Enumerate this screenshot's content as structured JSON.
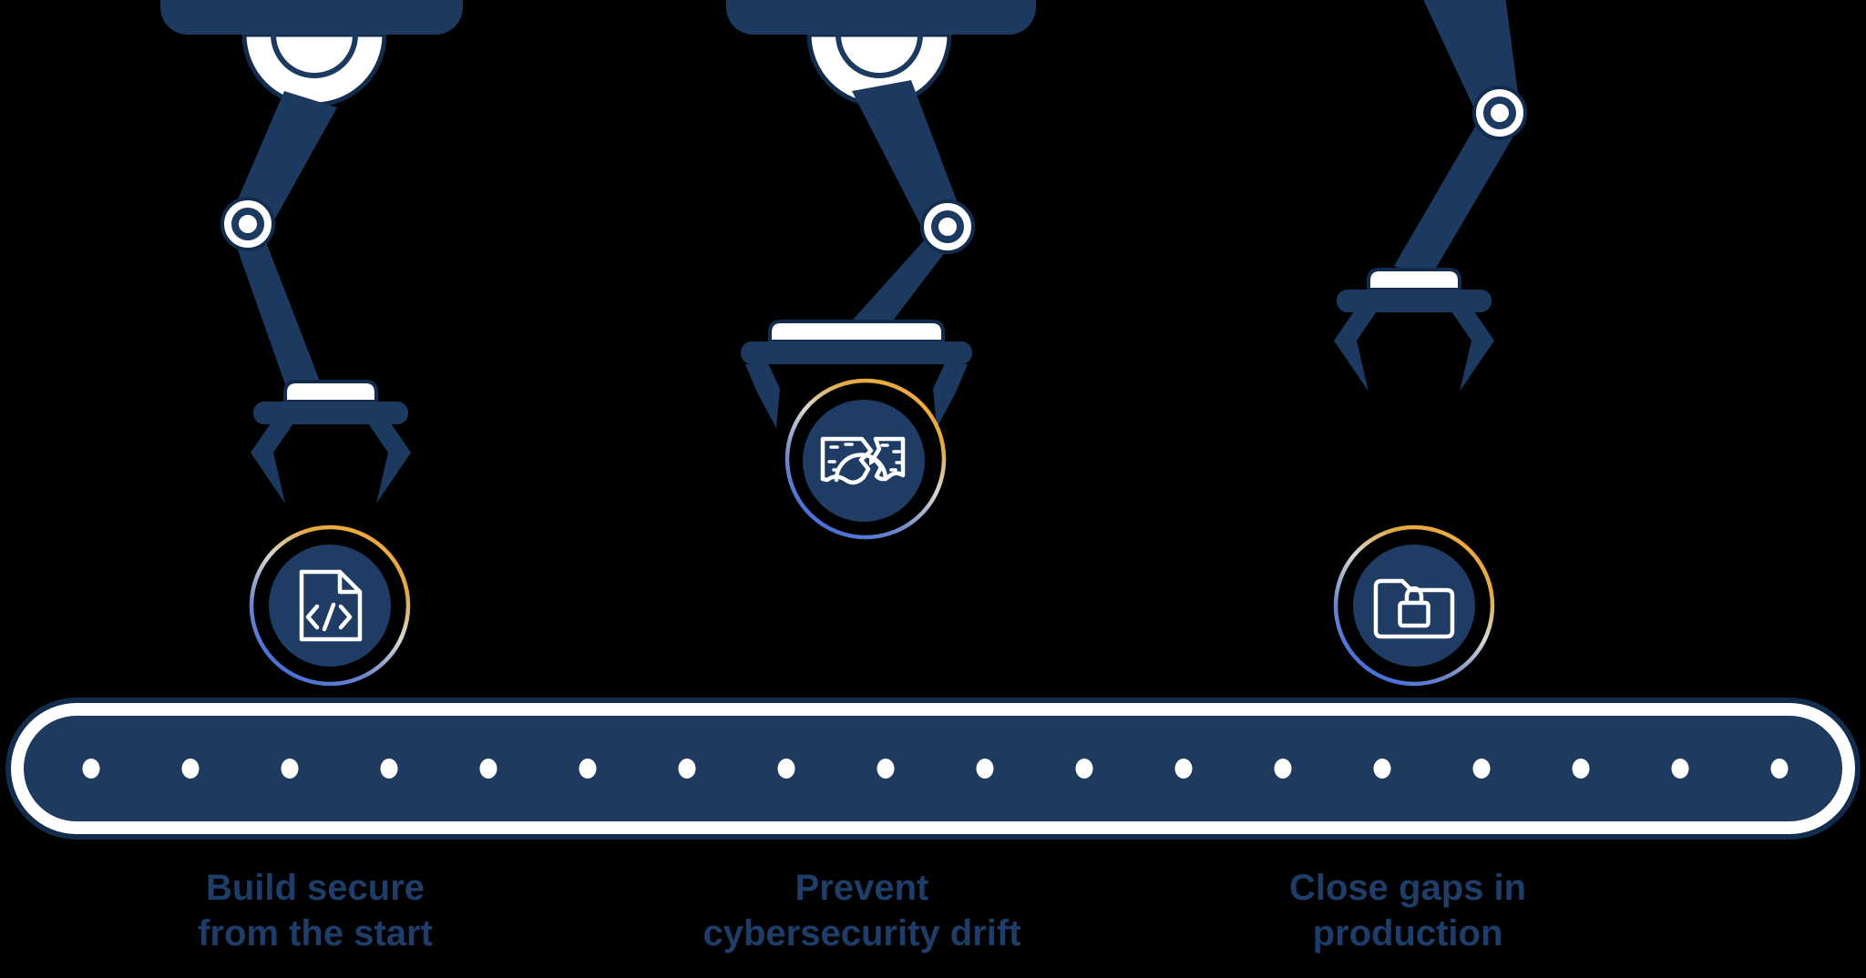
{
  "background_color": "#000000",
  "palette": {
    "navy": "#1c3a5f",
    "disc_navy": "#1e3c64",
    "outline_navy": "#132c4d",
    "white": "#ffffff",
    "label_text": "#1e3d69",
    "ring_gold": "#f3a63a",
    "ring_silver": "#d8d8d4",
    "ring_blue": "#3d68dd"
  },
  "belt": {
    "dot_count": 19
  },
  "stations": [
    {
      "icon": "code-file-icon",
      "label_line1": "Build secure",
      "label_line2": "from the start"
    },
    {
      "icon": "broken-wall-drift-icon",
      "label_line1": "Prevent",
      "label_line2": "cybersecurity drift"
    },
    {
      "icon": "locked-folder-icon",
      "label_line1": "Close gaps in",
      "label_line2": "production"
    }
  ]
}
